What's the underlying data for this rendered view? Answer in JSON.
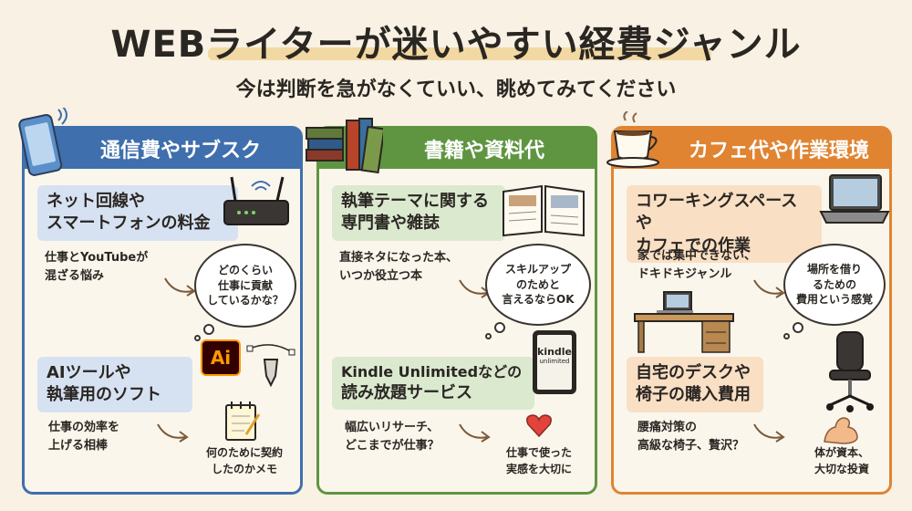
{
  "title": "WEBライターが迷いやすい経費ジャンル",
  "subtitle": "今は判断を急がなくていい、眺めてみてください",
  "panels": [
    {
      "header": "通信費やサブスク",
      "items": [
        {
          "label_line1": "ネット回線や",
          "label_line2": "スマートフォンの料金",
          "note_line1": "仕事とYouTubeが",
          "note_line2": "混ざる悩み",
          "bubble_line1": "どのくらい",
          "bubble_line2": "仕事に貢献",
          "bubble_line3": "しているかな？"
        },
        {
          "label_line1": "AIツールや",
          "label_line2": "執筆用のソフト",
          "note_line1": "仕事の効率を",
          "note_line2": "上げる相棒",
          "bubble_line1": "何のために契約",
          "bubble_line2": "したのかメモ"
        }
      ],
      "icons": [
        "smartphone-icon",
        "router-icon",
        "ai-app-icon",
        "pen-tool-icon",
        "notepad-icon"
      ]
    },
    {
      "header": "書籍や資料代",
      "items": [
        {
          "label_line1": "執筆テーマに関する",
          "label_line2": "専門書や雑誌",
          "note_line1": "直接ネタになった本、",
          "note_line2": "いつか役立つ本",
          "bubble_line1": "スキルアップ",
          "bubble_line2": "のためと",
          "bubble_line3": "言えるならOK"
        },
        {
          "label_line1": "Kindle Unlimitedなどの",
          "label_line2": "読み放題サービス",
          "note_line1": "幅広いリサーチ、",
          "note_line2": "どこまでが仕事？",
          "bubble_line1": "仕事で使った",
          "bubble_line2": "実感を大切に"
        }
      ],
      "kindle_text": "kindle",
      "kindle_sub": "unlimited",
      "icons": [
        "books-icon",
        "open-book-icon",
        "kindle-icon",
        "heart-icon"
      ]
    },
    {
      "header": "カフェ代や作業環境",
      "items": [
        {
          "label_line1": "コワーキングスペースや",
          "label_line2": "カフェでの作業",
          "note_line1": "家では集中できない、",
          "note_line2": "ドキドキジャンル",
          "bubble_line1": "場所を借り",
          "bubble_line2": "るための",
          "bubble_line3": "費用という感覚"
        },
        {
          "label_line1": "自宅のデスクや",
          "label_line2": "椅子の購入費用",
          "note_line1": "腰痛対策の",
          "note_line2": "高級な椅子、贅沢？",
          "bubble_line1": "体が資本、",
          "bubble_line2": "大切な投資"
        }
      ],
      "icons": [
        "coffee-cup-icon",
        "laptop-icon",
        "desk-icon",
        "office-chair-icon",
        "flexed-arm-icon"
      ]
    }
  ],
  "colors": {
    "blue": "#3f6fad",
    "green": "#5f9541",
    "orange": "#e08432",
    "background": "#f8f1e4"
  },
  "ai_icon_text": "Ai"
}
